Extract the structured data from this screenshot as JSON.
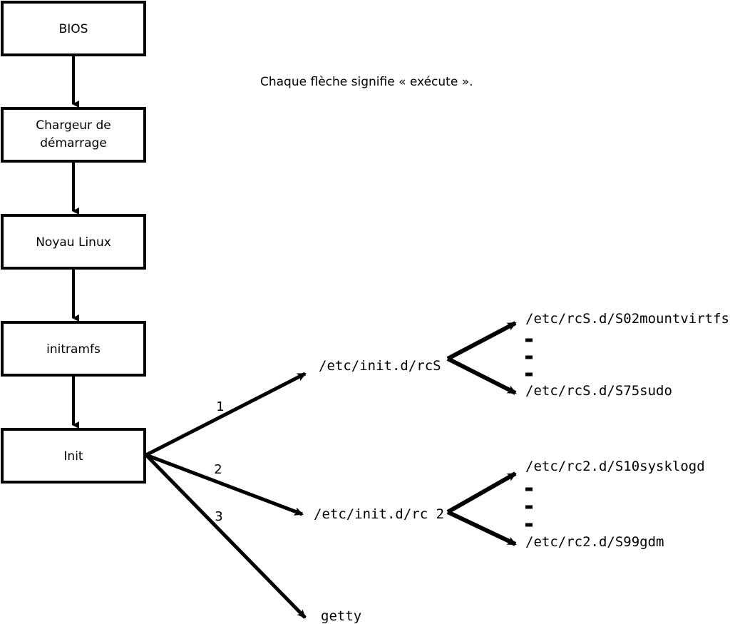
{
  "diagram": {
    "title": "Linux boot process flowchart",
    "caption": "Chaque flèche signifie « exécute ».",
    "stroke_color": "#000000",
    "background_color": "#ffffff",
    "boot_chain": [
      {
        "id": "bios",
        "label": "BIOS"
      },
      {
        "id": "bootloader",
        "label_line1": "Chargeur de",
        "label_line2": "démarrage"
      },
      {
        "id": "kernel",
        "label": "Noyau Linux"
      },
      {
        "id": "initramfs",
        "label": "initramfs"
      },
      {
        "id": "init",
        "label": "Init"
      }
    ],
    "init_branches": [
      {
        "number": "1",
        "target": "/etc/init.d/rcS"
      },
      {
        "number": "2",
        "target": "/etc/init.d/rc 2"
      },
      {
        "number": "3",
        "target": "getty"
      }
    ],
    "rcs_scripts": {
      "first": "/etc/rcS.d/S02mountvirtfs",
      "last": "/etc/rcS.d/S75sudo",
      "ellipsis": [
        "-",
        "-",
        "-"
      ]
    },
    "rc2_scripts": {
      "first": "/etc/rc2.d/S10sysklogd",
      "last": "/etc/rc2.d/S99gdm",
      "ellipsis": [
        "-",
        "-",
        "-"
      ]
    }
  }
}
